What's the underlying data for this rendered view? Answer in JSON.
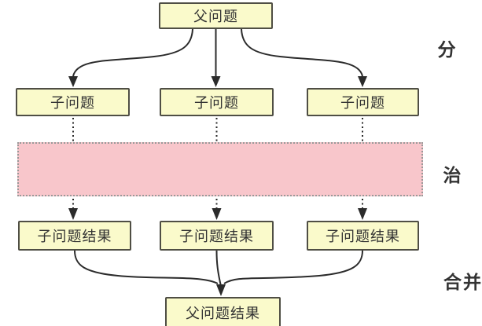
{
  "diagram": {
    "parent_label": "父问题",
    "children": [
      "子问题",
      "子问题",
      "子问题"
    ],
    "results": [
      "子问题结果",
      "子问题结果",
      "子问题结果"
    ],
    "final_label": "父问题结果",
    "stages": {
      "divide": "分",
      "conquer": "治",
      "merge": "合并"
    },
    "ellipsis_dots": 12,
    "colors": {
      "node_fill": "#fafacb",
      "node_border": "#4f4e44",
      "pink_fill": "#f8c6cb",
      "pink_border": "#999999",
      "arrow": "#2b2b2b",
      "text": "#333333",
      "bg": "#ffffff"
    }
  }
}
